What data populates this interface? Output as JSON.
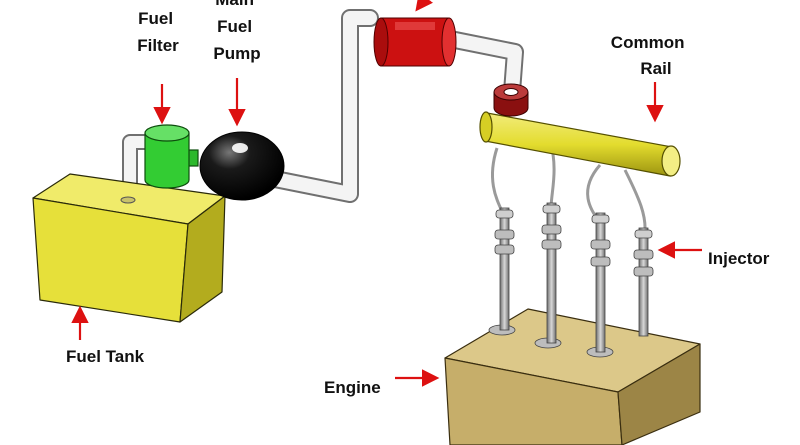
{
  "labels": {
    "fuel_filter": [
      "Fuel",
      "Filter"
    ],
    "main_fuel_pump": [
      "Main",
      "Fuel",
      "Pump"
    ],
    "common_rail": [
      "Common",
      "Rail"
    ],
    "injector": "Injector",
    "fuel_tank": "Fuel Tank",
    "engine": "Engine"
  },
  "colors": {
    "tank": "#e6e03a",
    "rail": "#e3dc2e",
    "engine": "#c6ae6a",
    "filter": "#33cc33",
    "main_pump": "#111111",
    "hp_pump": "#cc1111",
    "arrow": "#dd1111"
  }
}
